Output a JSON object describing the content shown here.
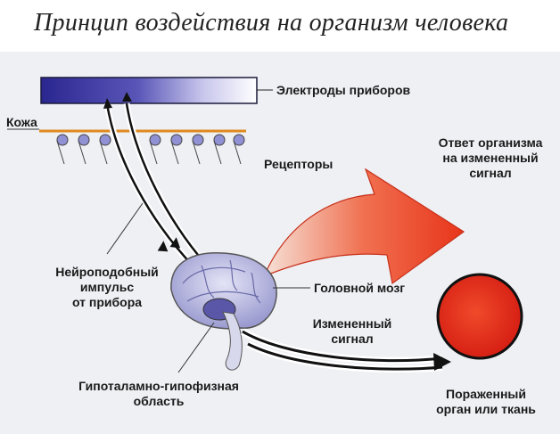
{
  "title": "Принцип воздействия на организм человека",
  "labels": {
    "electrodes": "Электроды приборов",
    "skin": "Кожа",
    "receptors": "Рецепторы",
    "response_line1": "Ответ организма",
    "response_line2": "на измененный",
    "response_line3": "сигнал",
    "impulse_line1": "Нейроподобный",
    "impulse_line2": "импульс",
    "impulse_line3": "от прибора",
    "brain": "Головной мозг",
    "altered_line1": "Измененный",
    "altered_line2": "сигнал",
    "hypothal_line1": "Гипоталамно-гипофизная",
    "hypothal_line2": "область",
    "organ_line1": "Пораженный",
    "organ_line2": "орган или ткань"
  },
  "colors": {
    "electrode_dark": "#2e2a8c",
    "skin_line": "#e08a20",
    "receptor": "#8a8ad0",
    "arrow_red": "#e8351a",
    "organ_red": "#e0251a",
    "brain_lavender": "#b8b8e0"
  }
}
